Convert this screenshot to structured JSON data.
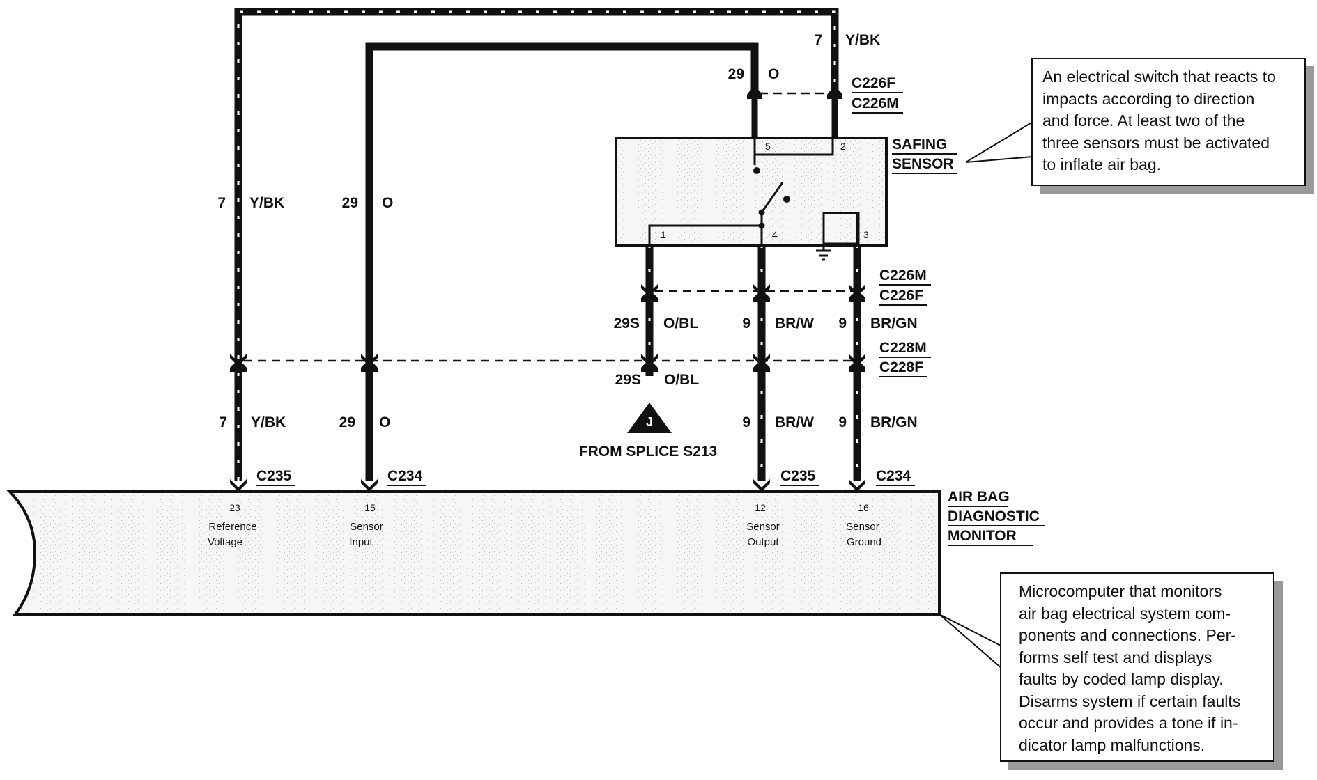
{
  "wires": {
    "ref_voltage_upper": {
      "circuit": "7",
      "color": "Y/BK"
    },
    "ref_voltage_top": {
      "circuit": "7",
      "color": "Y/BK"
    },
    "sensor_input_upper": {
      "circuit": "29",
      "color": "O"
    },
    "sensor_input_top": {
      "circuit": "29",
      "color": "O"
    },
    "ref_voltage_lower": {
      "circuit": "7",
      "color": "Y/BK"
    },
    "sensor_input_lower": {
      "circuit": "29",
      "color": "O"
    },
    "safing_out_upper": {
      "circuit": "29S",
      "color": "O/BL"
    },
    "safing_out_lower": {
      "circuit": "29S",
      "color": "O/BL"
    },
    "sensor_output_upper": {
      "circuit": "9",
      "color": "BR/W"
    },
    "sensor_output_lower": {
      "circuit": "9",
      "color": "BR/W"
    },
    "sensor_ground_upper": {
      "circuit": "9",
      "color": "BR/GN"
    },
    "sensor_ground_lower": {
      "circuit": "9",
      "color": "BR/GN"
    }
  },
  "connectors": {
    "c226_top_f": "C226F",
    "c226_top_m": "C226M",
    "c226_mid_m": "C226M",
    "c226_mid_f": "C226F",
    "c228_m": "C228M",
    "c228_f": "C228F",
    "c235_left": "C235",
    "c234_left": "C234",
    "c235_right": "C235",
    "c234_right": "C234"
  },
  "safing_sensor": {
    "title_line1": "SAFING",
    "title_line2": "SENSOR",
    "pins": {
      "p5": "5",
      "p2": "2",
      "p1": "1",
      "p4": "4",
      "p3": "3"
    }
  },
  "splice": {
    "letter": "J",
    "label": "FROM SPLICE S213"
  },
  "monitor": {
    "title_line1": "AIR BAG",
    "title_line2": "DIAGNOSTIC",
    "title_line3": "MONITOR",
    "pins": [
      {
        "number": "23",
        "line1": "Reference",
        "line2": "Voltage"
      },
      {
        "number": "15",
        "line1": "Sensor",
        "line2": "Input"
      },
      {
        "number": "12",
        "line1": "Sensor",
        "line2": "Output"
      },
      {
        "number": "16",
        "line1": "Sensor",
        "line2": "Ground"
      }
    ]
  },
  "callouts": {
    "safing_sensor": [
      "An electrical switch that reacts to",
      "impacts according to direction",
      "and force. At least two of the",
      "three sensors must be activated",
      "to inflate air bag."
    ],
    "monitor": [
      "Microcomputer that monitors",
      "air bag electrical system com-",
      "ponents and connections. Per-",
      "forms self test and displays",
      "faults by coded lamp display.",
      "Disarms system if certain faults",
      "occur and provides a tone if in-",
      "dicator lamp malfunctions."
    ]
  },
  "colors": {
    "ink": "#111111",
    "panel_fill": "#f4f4f4",
    "shadow": "#9a9a9a"
  }
}
